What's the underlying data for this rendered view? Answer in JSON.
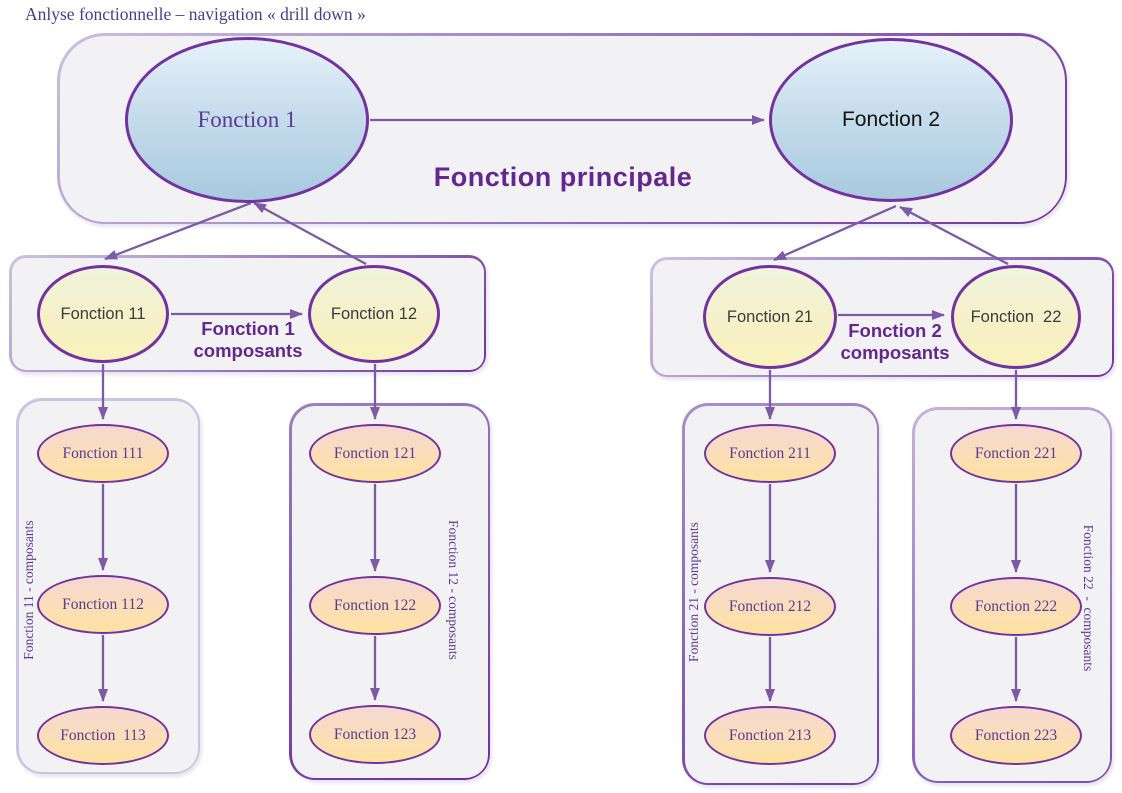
{
  "title": "Anlyse fonctionnelle – navigation « drill down »",
  "main_frame": {
    "label": "Fonction principale",
    "node1": "Fonction 1",
    "node2": "Fonction 2"
  },
  "level2": {
    "left": {
      "label": "Fonction 1\ncomposants",
      "node1": "Fonction 11",
      "node2": "Fonction 12"
    },
    "right": {
      "label": "Fonction 2\ncomposants",
      "node1": "Fonction 21",
      "node2": "Fonction  22"
    }
  },
  "columns": [
    {
      "side_label": "Fonction 11 - composants",
      "nodes": [
        "Fonction 111",
        "Fonction 112",
        "Fonction  113"
      ]
    },
    {
      "side_label": "Fonction 12 - composants",
      "nodes": [
        "Fonction 121",
        "Fonction 122",
        "Fonction 123"
      ]
    },
    {
      "side_label": "Fonction 21 - composants",
      "nodes": [
        "Fonction 211",
        "Fonction 212",
        "Fonction 213"
      ]
    },
    {
      "side_label": "Fonction 22  -  composants",
      "nodes": [
        "Fonction 221",
        "Fonction 222",
        "Fonction 223"
      ]
    }
  ],
  "edges": [
    {
      "from": "Fonction 1",
      "to": "Fonction 2"
    },
    {
      "from": "Fonction 1",
      "to": "Fonction 11"
    },
    {
      "from": "Fonction 12",
      "to": "Fonction 1"
    },
    {
      "from": "Fonction 11",
      "to": "Fonction 12"
    },
    {
      "from": "Fonction 11",
      "to": "Fonction 111"
    },
    {
      "from": "Fonction 111",
      "to": "Fonction 112"
    },
    {
      "from": "Fonction 112",
      "to": "Fonction 113"
    },
    {
      "from": "Fonction 12",
      "to": "Fonction 121"
    },
    {
      "from": "Fonction 121",
      "to": "Fonction 122"
    },
    {
      "from": "Fonction 122",
      "to": "Fonction 123"
    },
    {
      "from": "Fonction 2",
      "to": "Fonction 21"
    },
    {
      "from": "Fonction 22",
      "to": "Fonction 2"
    },
    {
      "from": "Fonction 21",
      "to": "Fonction 22"
    },
    {
      "from": "Fonction 21",
      "to": "Fonction 211"
    },
    {
      "from": "Fonction 211",
      "to": "Fonction 212"
    },
    {
      "from": "Fonction 212",
      "to": "Fonction 213"
    },
    {
      "from": "Fonction 22",
      "to": "Fonction 221"
    },
    {
      "from": "Fonction 221",
      "to": "Fonction 222"
    },
    {
      "from": "Fonction 222",
      "to": "Fonction 223"
    }
  ],
  "colors": {
    "frame_border_purple": "#7232a0",
    "frame_border_light": "#ccc3e0",
    "arrow_purple": "#7b5aa6",
    "frame_fill": "#f2f1f4",
    "title_text": "#4a3d8f",
    "heading_purple": "#63278f",
    "serif_label_purple": "#5b3a96",
    "blue_node_top": "#e6f2fa",
    "blue_node_bottom": "#a8c9df",
    "yellow_node_top": "#f0f4dc",
    "yellow_node_bottom": "#f9f2bd",
    "pink_node_top": "#f5d8d2",
    "orange_node_bottom": "#fde2a0"
  }
}
